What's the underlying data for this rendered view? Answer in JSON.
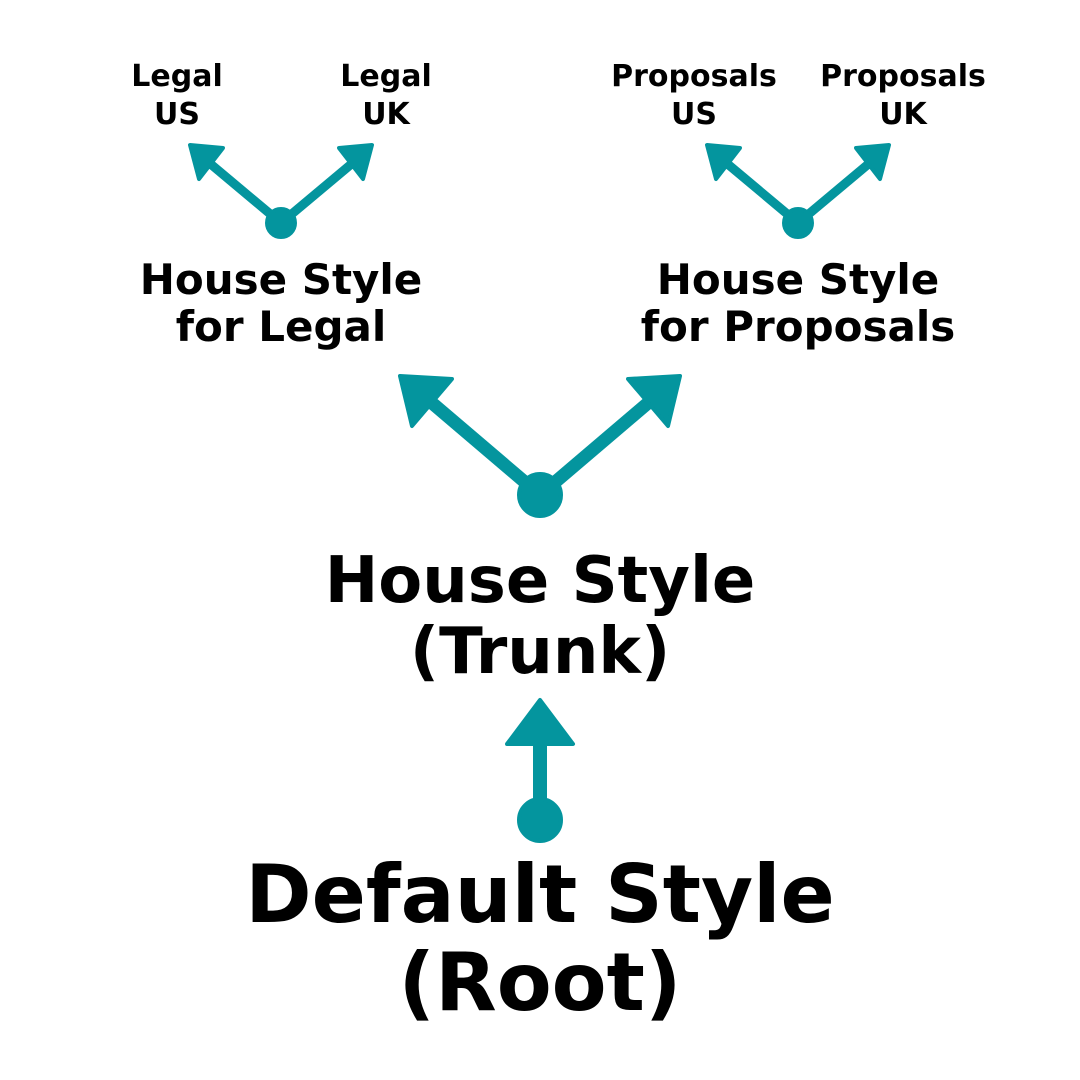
{
  "colors": {
    "accent": "#04959E",
    "text": "#000000",
    "background": "#FFFFFF"
  },
  "nodes": {
    "root": {
      "line1": "Default Style",
      "line2": "(Root)"
    },
    "trunk": {
      "line1": "House Style",
      "line2": "(Trunk)"
    },
    "legal": {
      "line1": "House Style",
      "line2": "for Legal"
    },
    "proposals": {
      "line1": "House Style",
      "line2": "for Proposals"
    },
    "legal_us": {
      "line1": "Legal",
      "line2": "US"
    },
    "legal_uk": {
      "line1": "Legal",
      "line2": "UK"
    },
    "proposals_us": {
      "line1": "Proposals",
      "line2": "US"
    },
    "proposals_uk": {
      "line1": "Proposals",
      "line2": "UK"
    }
  }
}
